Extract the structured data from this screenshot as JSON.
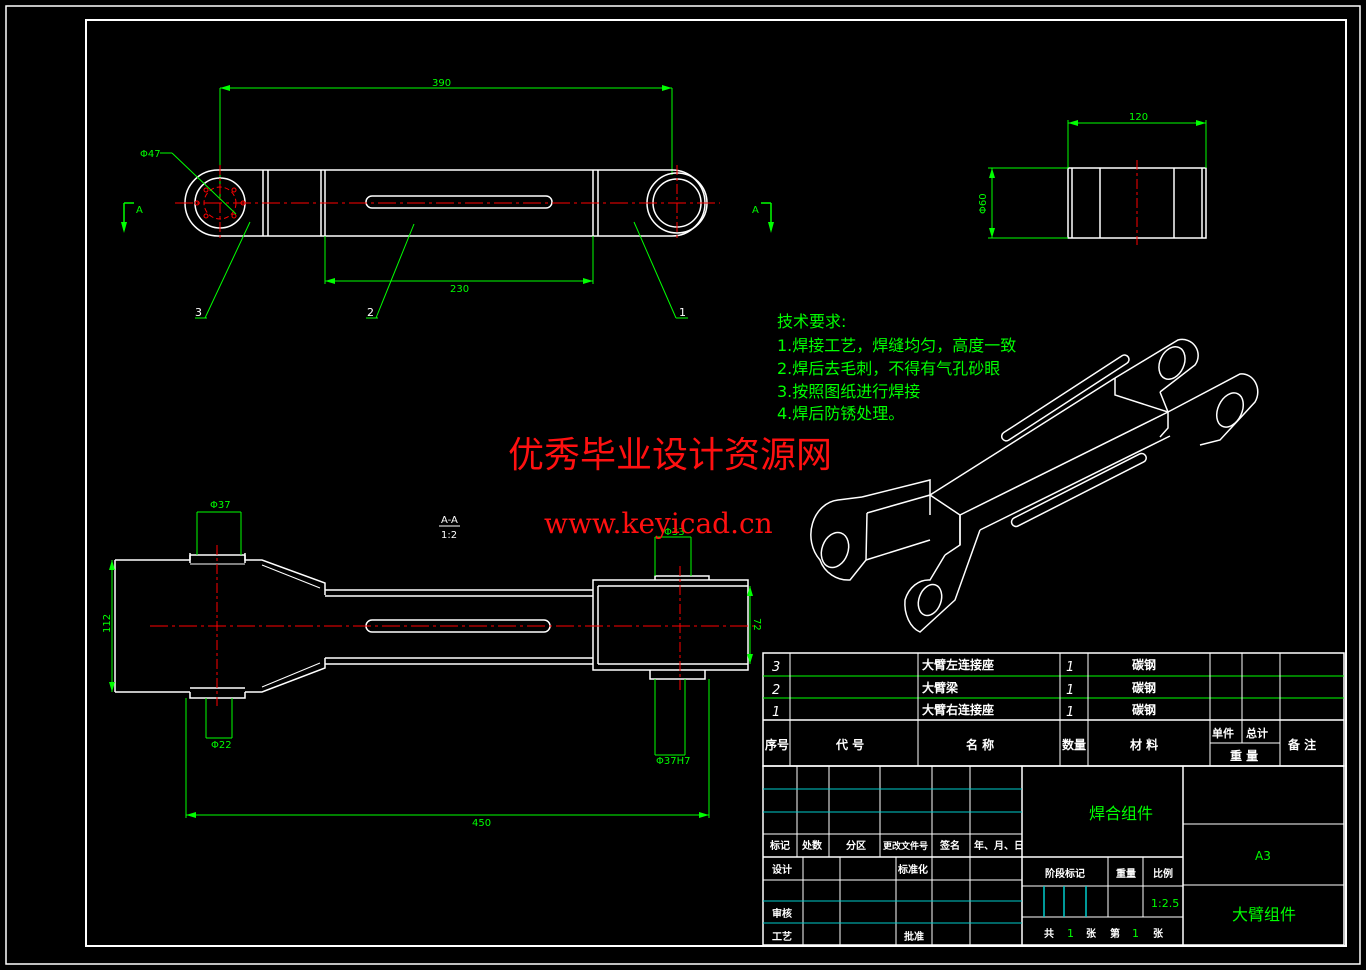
{
  "colors": {
    "background": "#000000",
    "outline": "#ffffff",
    "dimension": "#00ff00",
    "centerline": "#ff0000",
    "note_text": "#00ff00",
    "watermark": "#ff1010",
    "table_cyan": "#00cccc"
  },
  "top_view": {
    "dim_overall": "390",
    "dim_slot": "230",
    "dim_hole": "Φ47",
    "section_left": "A",
    "section_right": "A",
    "balloons": [
      "3",
      "2",
      "1"
    ]
  },
  "side_view": {
    "dim_width": "120",
    "dim_height": "Φ60"
  },
  "section_view": {
    "title": "A-A",
    "scale": "1:2",
    "dim_top_boss": "Φ37",
    "dim_right_boss": "Φ33",
    "dim_bottom_boss": "Φ22",
    "dim_right_bore": "Φ37H7",
    "dim_left_height": "112",
    "dim_right_height": "72",
    "dim_overall": "450"
  },
  "tech_notes": {
    "title": "技术要求:",
    "lines": [
      "1.焊接工艺，焊缝均匀，高度一致",
      "2.焊后去毛刺，不得有气孔砂眼",
      "3.按照图纸进行焊接",
      "4.焊后防锈处理。"
    ]
  },
  "watermark": {
    "line1": "优秀毕业设计资源网",
    "line2": "www.keyicad.cn"
  },
  "parts_list": {
    "rows": [
      {
        "no": "3",
        "name": "大臂左连接座",
        "qty": "1",
        "material": "碳钢"
      },
      {
        "no": "2",
        "name": "大臂梁",
        "qty": "1",
        "material": "碳钢"
      },
      {
        "no": "1",
        "name": "大臂右连接座",
        "qty": "1",
        "material": "碳钢"
      }
    ],
    "headers": {
      "no": "序号",
      "code": "代 号",
      "name": "名 称",
      "qty": "数量",
      "material": "材 料",
      "unit": "单件",
      "total": "总计",
      "weight": "重 量",
      "remark": "备 注"
    }
  },
  "title_block": {
    "mark": "标记",
    "count": "处数",
    "zone": "分区",
    "change_doc": "更改文件号",
    "sign": "签名",
    "date": "年、月、日",
    "design": "设计",
    "standardize": "标准化",
    "review": "审核",
    "process": "工艺",
    "approve": "批准",
    "stage_mark": "阶段标记",
    "weight": "重量",
    "scale": "比例",
    "scale_value": "1:2.5",
    "total_label": "共",
    "total_value": "1",
    "sheet_unit": "张",
    "sheet_label": "第",
    "sheet_value": "1",
    "sheet_suffix": "张",
    "drawing_name": "焊合组件",
    "format": "A3",
    "assembly_name": "大臂组件"
  }
}
